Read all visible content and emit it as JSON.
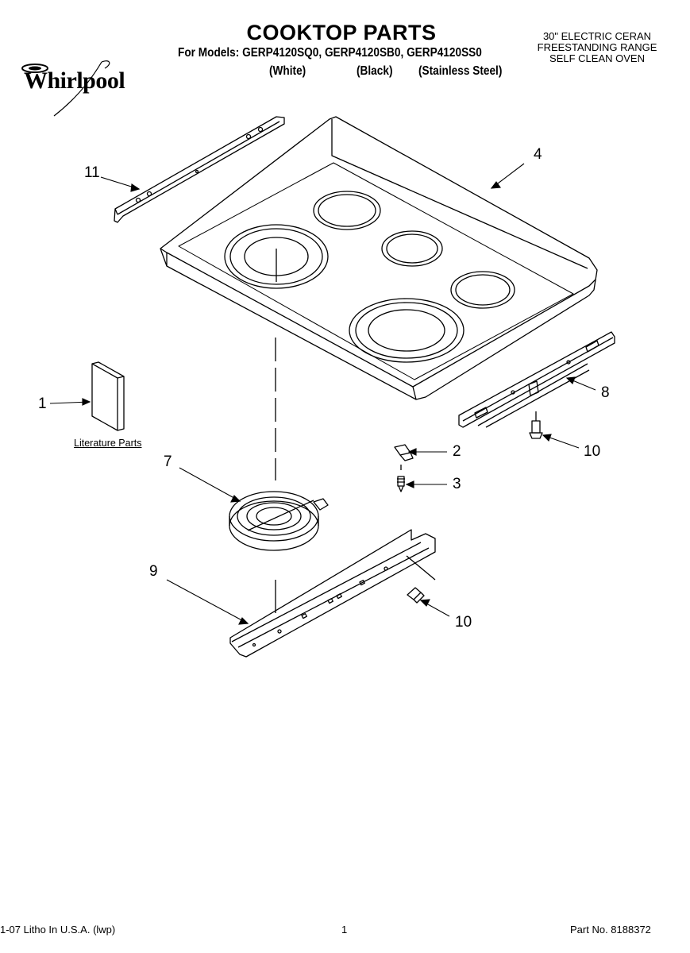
{
  "header": {
    "title": "COOKTOP PARTS",
    "models_line": "For Models: GERP4120SQ0, GERP4120SB0, GERP4120SS0",
    "variants": [
      "(White)",
      "(Black)",
      "(Stainless Steel)"
    ],
    "product_lines": [
      "30\" ELECTRIC CERAN",
      "FREESTANDING RANGE",
      "SELF CLEAN OVEN"
    ],
    "brand": "Whirlpool"
  },
  "diagram": {
    "callouts": [
      "1",
      "2",
      "3",
      "4",
      "7",
      "8",
      "9",
      "10",
      "10",
      "11"
    ],
    "literature_label": "Literature Parts"
  },
  "footer": {
    "litho": "1-07 Litho In U.S.A. (lwp)",
    "page": "1",
    "part_no": "Part No. 8188372"
  }
}
